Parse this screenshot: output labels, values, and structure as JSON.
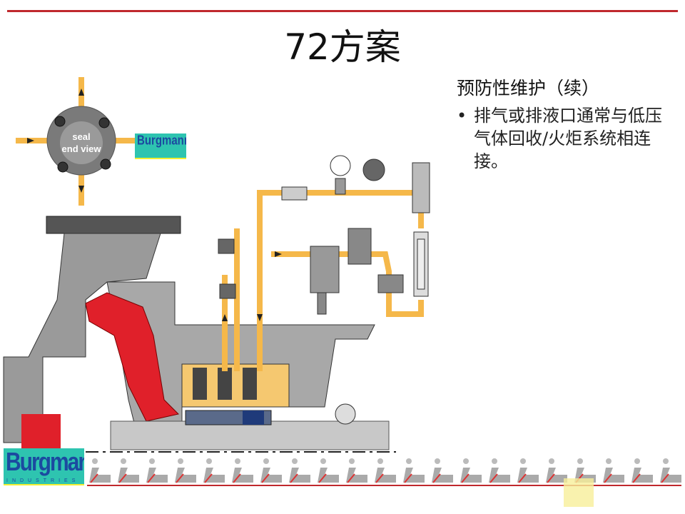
{
  "title": "72方案",
  "side_panel": {
    "heading": "预防性维护（续）",
    "bullets": [
      "排气或排液口通常与低压气体回收/火炬系统相连接。"
    ]
  },
  "diagram": {
    "end_view_label_1": "seal",
    "end_view_label_2": "end view"
  },
  "logo": {
    "name": "Burgmann",
    "sub": "INDUSTRIES"
  },
  "colors": {
    "accent_line": "#c0282d",
    "pipe": "#f5b84a",
    "housing": "#9a9a9a",
    "process_fluid": "#e0202a",
    "logo_bg": "#2ec4b0"
  }
}
